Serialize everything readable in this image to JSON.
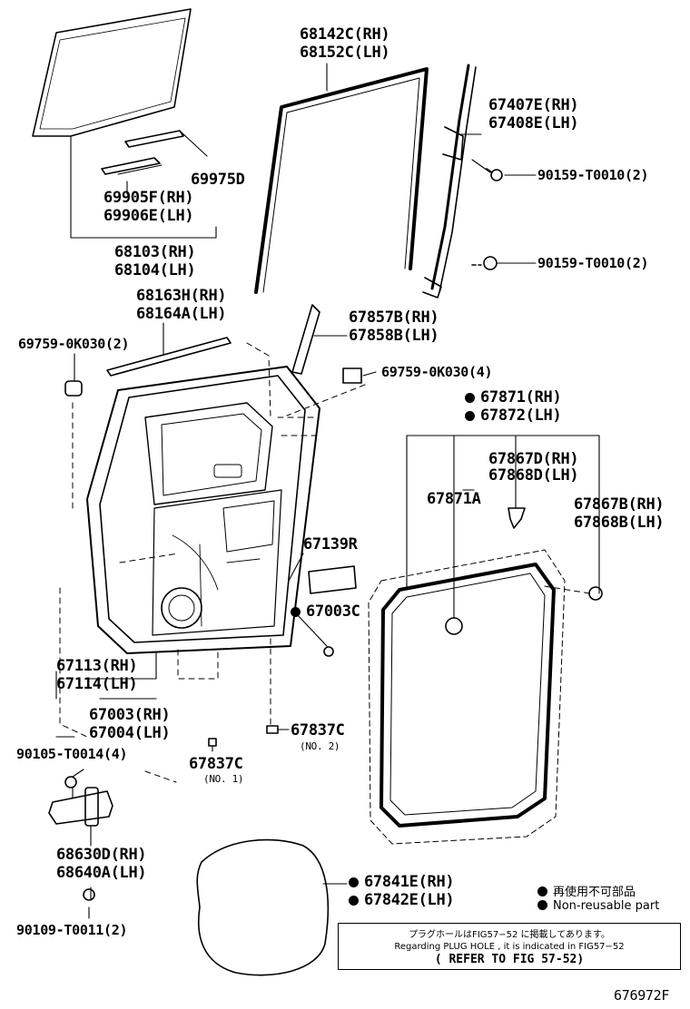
{
  "labels": {
    "p68142C": "68142C(RH)",
    "p68152C": "68152C(LH)",
    "p67407E": "67407E(RH)",
    "p67408E": "67408E(LH)",
    "p90159a": "90159-T0010(2)",
    "p90159b": "90159-T0010(2)",
    "p69975D": "69975D",
    "p69905F": "69905F(RH)",
    "p69906E": "69906E(LH)",
    "p68103": "68103(RH)",
    "p68104": "68104(LH)",
    "p68163H": "68163H(RH)",
    "p68164A": "68164A(LH)",
    "p67857B": "67857B(RH)",
    "p67858B": "67858B(LH)",
    "p69759a": "69759-0K030(2)",
    "p69759b": "69759-0K030(4)",
    "p67871": "67871(RH)",
    "p67872": "67872(LH)",
    "p67867D": "67867D(RH)",
    "p67868D": "67868D(LH)",
    "p67871A": "67871A",
    "p67867B": "67867B(RH)",
    "p67868B": "67868B(LH)",
    "p67139R": "67139R",
    "p67003C": "67003C",
    "p67113": "67113(RH)",
    "p67114": "67114(LH)",
    "p67003": "67003(RH)",
    "p67004": "67004(LH)",
    "p67837Ca": "67837C",
    "p67837Ca_sub": "(NO. 2)",
    "p67837Cb": "67837C",
    "p67837Cb_sub": "(NO. 1)",
    "p90105": "90105-T0014(4)",
    "p68630D": "68630D(RH)",
    "p68640A": "68640A(LH)",
    "p90109": "90109-T0011(2)",
    "p67841E": "67841E(RH)",
    "p67842E": "67842E(LH)"
  },
  "legend": {
    "jp": "再使用不可部品",
    "en": "Non-reusable part"
  },
  "note": {
    "line1": "プラグホールはFIG57−52 に掲載してあります。",
    "line2": "Regarding  PLUG HOLE , it is indicated in FIG57−52",
    "line3": "(  REFER TO FIG 57-52)"
  },
  "figure_id": "676972F"
}
